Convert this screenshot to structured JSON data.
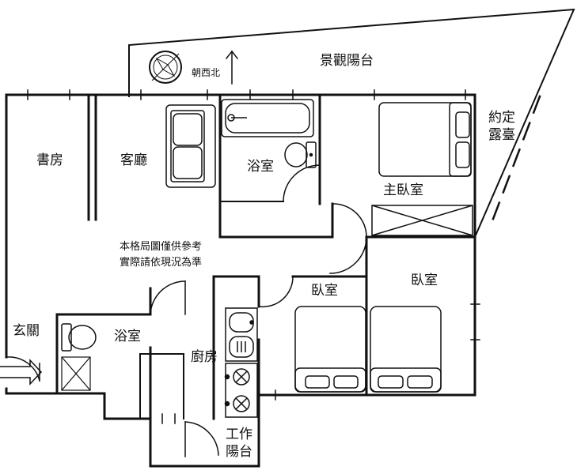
{
  "rooms": {
    "balcony_view": "景觀陽台",
    "compass": "朝西北",
    "study": "書房",
    "living": "客廳",
    "bath_main": "浴室",
    "master_bedroom": "主臥室",
    "terrace_line1": "約定",
    "terrace_line2": "露臺",
    "entrance": "玄關",
    "bath_small": "浴室",
    "kitchen": "廚房",
    "bedroom_1": "臥室",
    "bedroom_2": "臥室",
    "work_balcony_line1": "工作",
    "work_balcony_line2": "陽台"
  },
  "disclaimer": {
    "line1": "本格局圖僅供參考",
    "line2": "實際請依現況為準"
  }
}
